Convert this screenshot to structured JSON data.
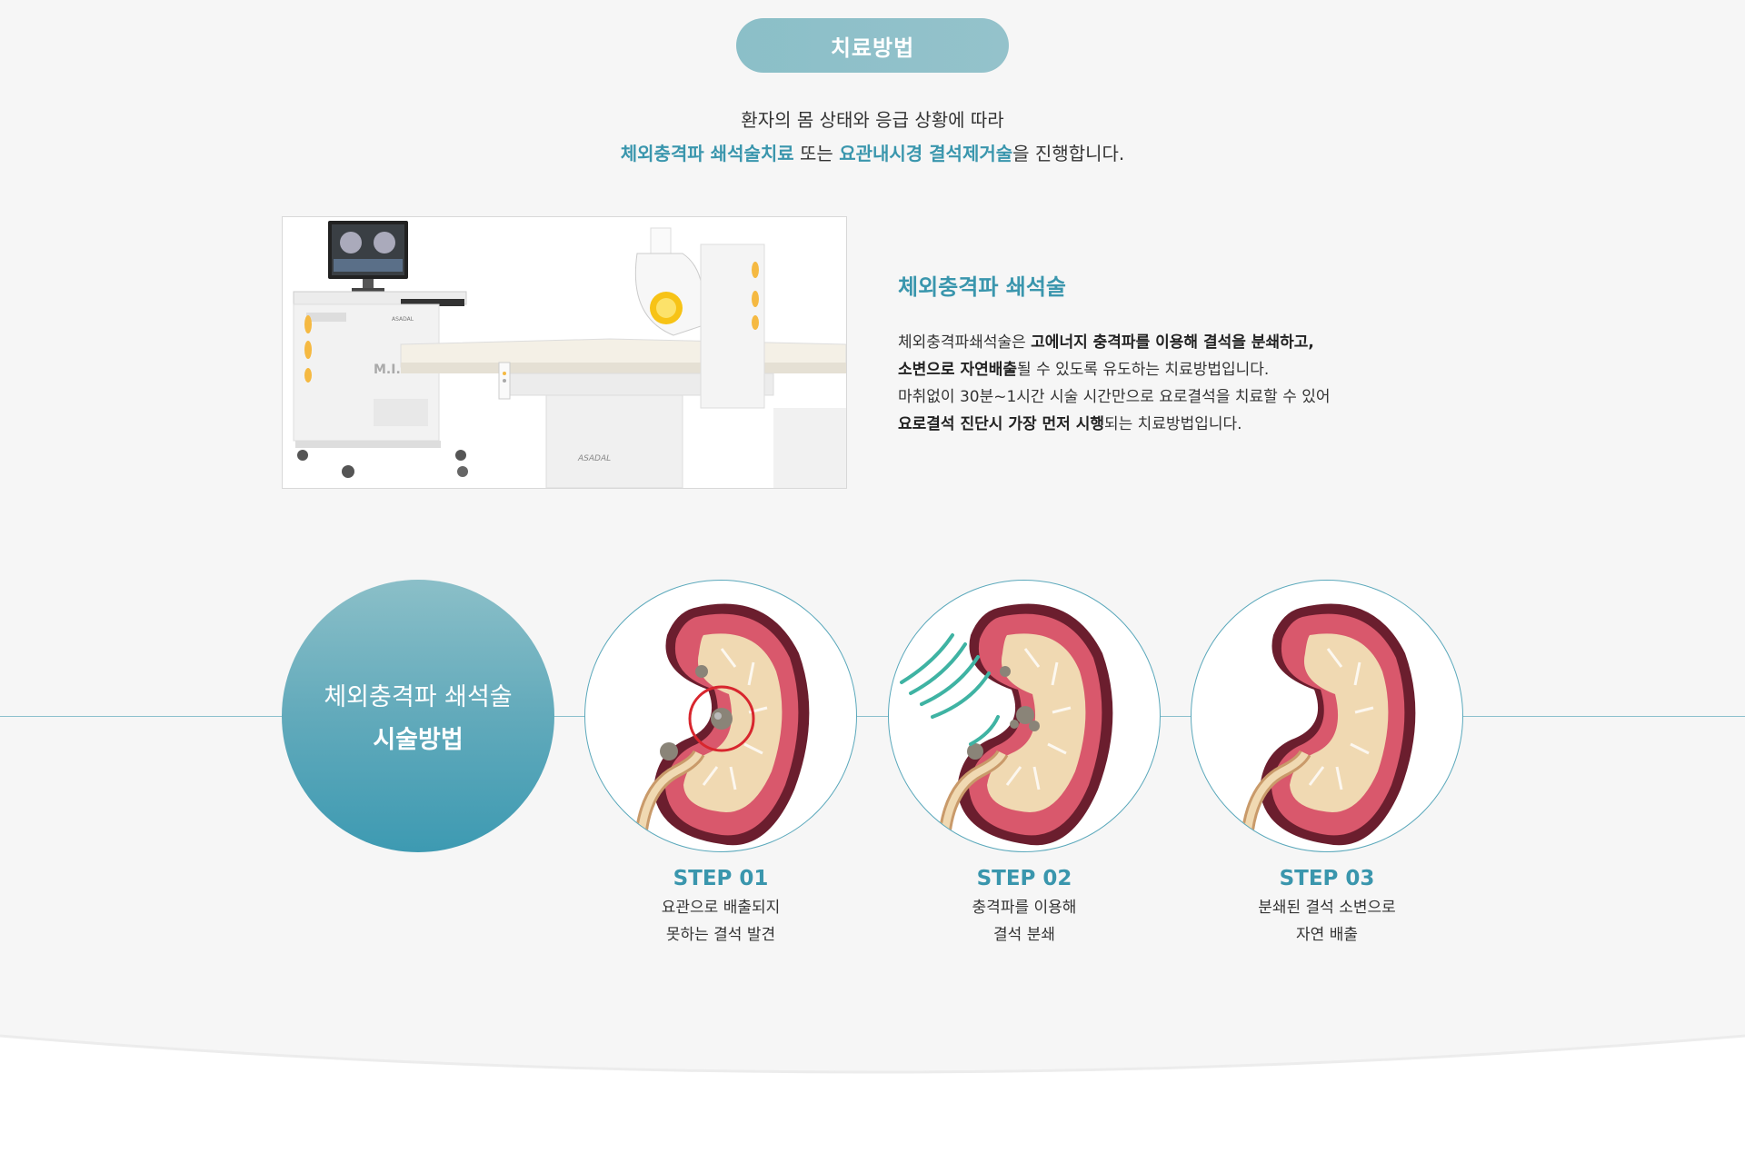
{
  "header": {
    "pill_label": "치료방법"
  },
  "intro": {
    "line1": "환자의 몸 상태와 응급 상황에 따라",
    "line2_hl1": "체외충격파 쇄석술치료",
    "line2_mid": " 또는 ",
    "line2_hl2": "요관내시경 결석제거술",
    "line2_end": "을 진행합니다."
  },
  "device": {
    "brand_text": "M.I.Tech",
    "model_text": "ASADAL"
  },
  "description": {
    "title": "체외충격파 쇄석술",
    "p1_a": "체외충격파쇄석술은 ",
    "p1_b": "고에너지 충격파를 이용해 결석을 분쇄하고,",
    "p2_a": "소변으로 자연배출",
    "p2_b": "될 수 있도록 유도하는 치료방법입니다.",
    "p3": "마취없이 30분~1시간 시술 시간만으로 요로결석을 치료할 수 있어",
    "p4_a": "요로결석 진단시 가장 먼저 시행",
    "p4_b": "되는 치료방법입니다."
  },
  "procedure": {
    "circle_line1": "체외충격파 쇄석술",
    "circle_line2": "시술방법",
    "steps": [
      {
        "label": "STEP 01",
        "line1": "요관으로 배출되지",
        "line2": "못하는 결석 발견"
      },
      {
        "label": "STEP 02",
        "line1": "충격파를 이용해",
        "line2": "결석 분쇄"
      },
      {
        "label": "STEP 03",
        "line1": "분쇄된 결석 소변으로",
        "line2": "자연 배출"
      }
    ]
  },
  "colors": {
    "accent": "#3a96ad",
    "pill": "#8bbfc8",
    "line": "#8cc0cd"
  }
}
